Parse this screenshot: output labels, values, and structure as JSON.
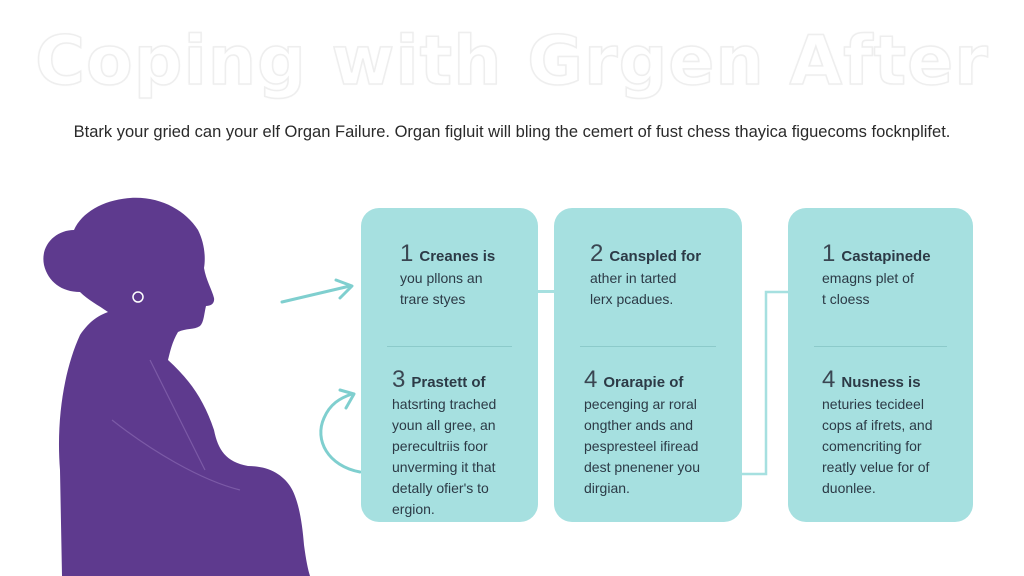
{
  "title": "Coping with Grgen After",
  "subtitle": "Btark your gried can your elf Organ Failure. Organ figluit will bling the cemert of fust chess thayica figuecoms focknplifet.",
  "colors": {
    "silhouette": "#5e3a8e",
    "card": "#a6e0e0",
    "arrow": "#7fcfcf",
    "text": "#2c3a46"
  },
  "steps": [
    {
      "num": "1",
      "title": "Creanes is",
      "lines": [
        "you pllons an",
        "trare styes"
      ]
    },
    {
      "num": "2",
      "title": "Canspled for",
      "lines": [
        "ather in tarted",
        "lerx pcadues."
      ]
    },
    {
      "num": "1",
      "title": "Castapinede",
      "lines": [
        "emagns plet of",
        "t cloess"
      ]
    },
    {
      "num": "3",
      "title": "Prastett of",
      "lines": [
        "hatsrting trached",
        "youn all gree, an",
        "perecultriis foor",
        "unverming it that",
        "detally ofier's to",
        "ergion."
      ]
    },
    {
      "num": "4",
      "title": "Orarapie of",
      "lines": [
        "pecenging ar roral",
        "ongther ands and",
        "pespresteel ifiread",
        "dest pnenener you",
        "dirgian."
      ]
    },
    {
      "num": "4",
      "title": "Nusness is",
      "lines": [
        "neturies tecideel",
        "cops af ifrets, and",
        "comencriting for",
        "reatly velue for of",
        "duonlee."
      ]
    }
  ]
}
